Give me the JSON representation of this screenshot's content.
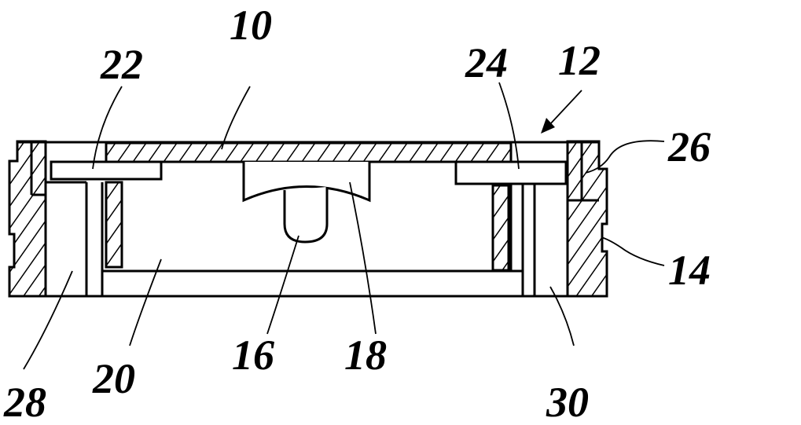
{
  "figure": {
    "labels": {
      "l10": "10",
      "l12": "12",
      "l14": "14",
      "l16": "16",
      "l18": "18",
      "l20": "20",
      "l22": "22",
      "l24": "24",
      "l26": "26",
      "l28": "28",
      "l30": "30"
    }
  }
}
